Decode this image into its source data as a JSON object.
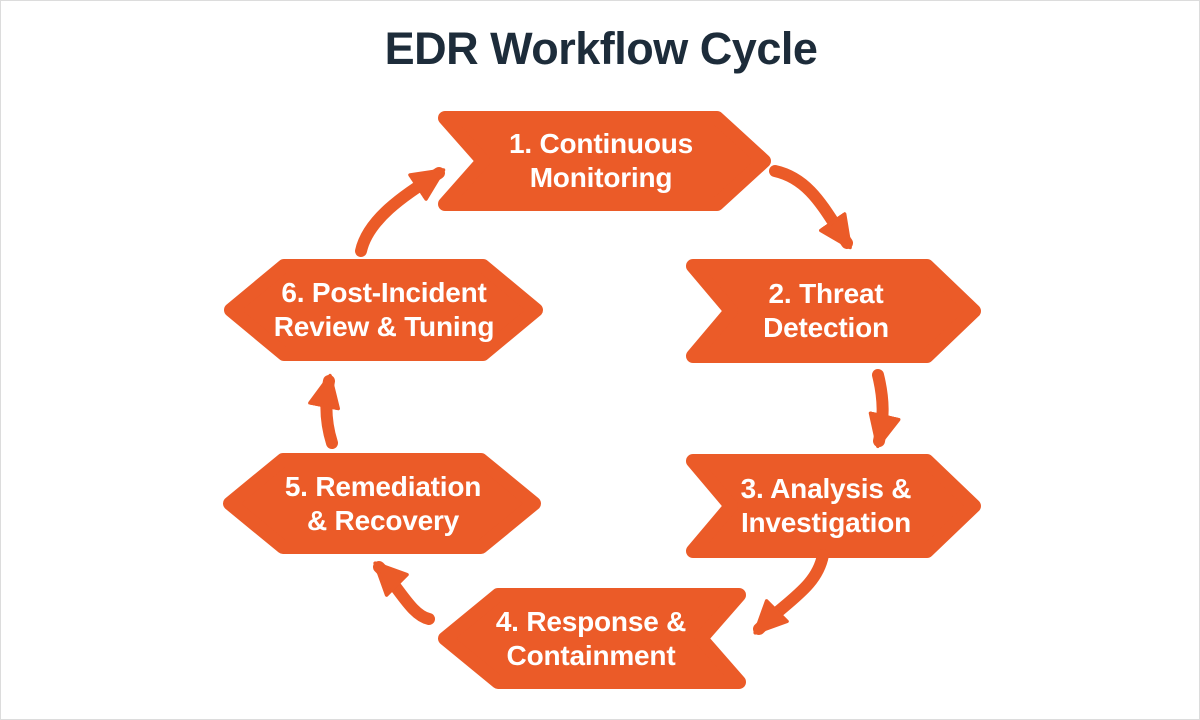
{
  "title": "EDR Workflow Cycle",
  "colors": {
    "accent": "#EB5B28",
    "title-color": "#1D2C3A",
    "step-text": "#FFFFFF",
    "background": "#FFFFFF"
  },
  "steps": [
    {
      "line1": "1. Continuous",
      "line2": "Monitoring"
    },
    {
      "line1": "2. Threat",
      "line2": "Detection"
    },
    {
      "line1": "3. Analysis &",
      "line2": "Investigation"
    },
    {
      "line1": "4. Response &",
      "line2": "Containment"
    },
    {
      "line1": "5. Remediation",
      "line2": "& Recovery"
    },
    {
      "line1": "6. Post-Incident",
      "line2": "Review & Tuning"
    }
  ]
}
